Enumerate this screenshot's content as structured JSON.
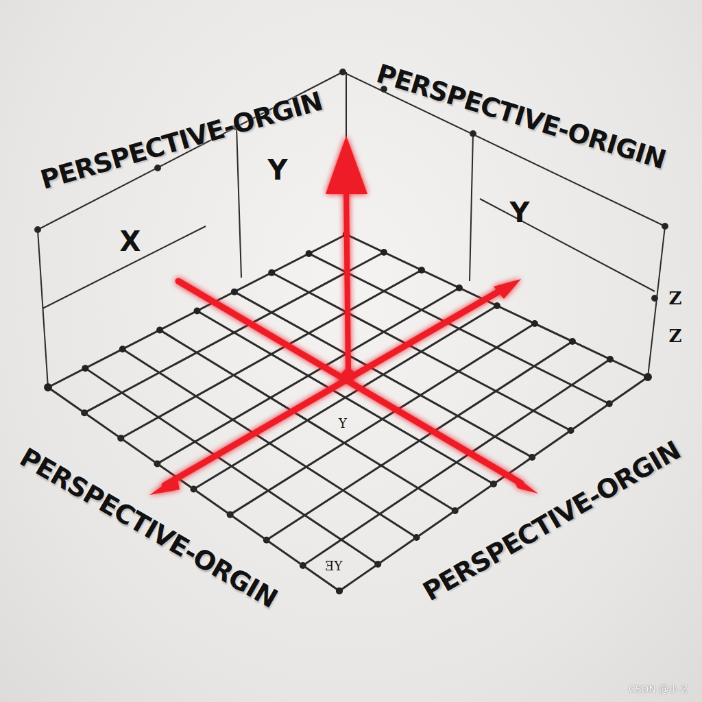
{
  "diagram": {
    "labels": [
      "PERSPECTIVE-ORGIN",
      "PERSPECTIVE-ORIGIN",
      "Y",
      "X",
      "Y",
      "Z",
      "Z",
      "Y",
      "ƎY",
      "PERSPECTIVE-ORGIN",
      "PERSPECTIVE-ORGIN",
      "CSDN @小 Z"
    ]
  }
}
